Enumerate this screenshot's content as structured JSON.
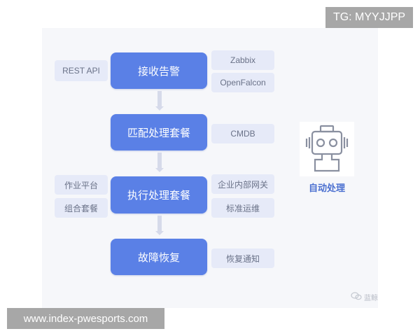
{
  "watermarks": {
    "top_right": "TG: MYYJJPP",
    "bottom_left": "www.index-pwesports.com",
    "brand": "蓝鲸"
  },
  "flow": {
    "steps": [
      {
        "label": "接收告警",
        "left": [
          "REST API"
        ],
        "right": [
          "Zabbix",
          "OpenFalcon"
        ]
      },
      {
        "label": "匹配处理套餐",
        "left": [],
        "right": [
          "CMDB"
        ]
      },
      {
        "label": "执行处理套餐",
        "left": [
          "作业平台",
          "组合套餐"
        ],
        "right": [
          "企业内部网关",
          "标准运维"
        ]
      },
      {
        "label": "故障恢复",
        "left": [],
        "right": [
          "恢复通知"
        ]
      }
    ]
  },
  "robot": {
    "label": "自动处理",
    "icon": "robot-icon"
  },
  "colors": {
    "primary": "#5a80e6",
    "side_bg": "#e6eaf8",
    "side_text": "#6a7288",
    "arrow": "#d6daea",
    "robot_label": "#4a6fd0",
    "panel_bg": "#f6f7fa"
  }
}
